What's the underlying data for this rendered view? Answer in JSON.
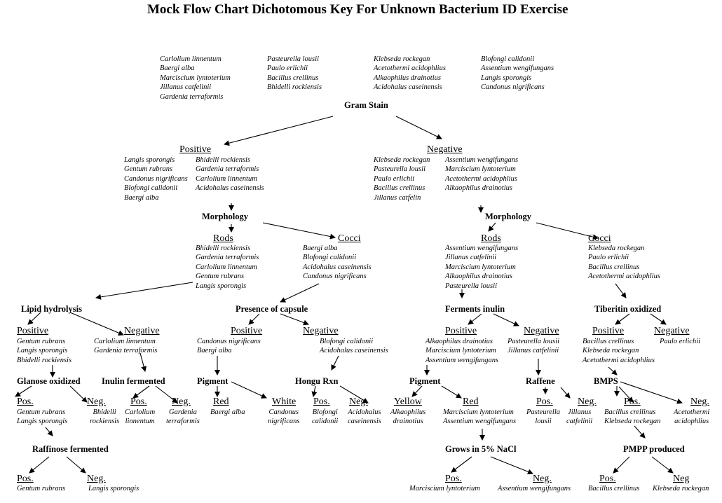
{
  "title": "Mock Flow Chart Dichotomous Key For Unknown Bacterium ID Exercise",
  "all_species": [
    [
      "Carlolium linnentum",
      "Baergi alba",
      "Marciscium lyntoterium",
      "Jillanus catfelinii",
      "Gardenia terraformis"
    ],
    [
      "Pasteurella lousii",
      "Paulo erlichii",
      "Bacillus crellinus",
      "Bhidelli rockiensis"
    ],
    [
      "Klebseda rockegan",
      "Acetothermi acidophlius",
      "Alkaophilus drainotius",
      "Acidohalus caseinensis"
    ],
    [
      "Blofongi calidonii",
      "Assentium wengifungans",
      "Langis sporongis",
      "Candonus  nigrificans"
    ]
  ],
  "tests": {
    "gram_stain": "Gram Stain",
    "morphology": "Morphology",
    "lipid": "Lipid hydrolysis",
    "capsule": "Presence of capsule",
    "inulin": "Ferments inulin",
    "tiberitin": "Tiberitin oxidized",
    "glanose": "Glanose oxidized",
    "inulin_fermented": "Inulin fermented",
    "pigment": "Pigment",
    "hongu": "Hongu Rxn",
    "raffene": "Raffene",
    "bmps": "BMPS",
    "raffinose": "Raffinose fermented",
    "nacl": "Grows in 5% NaCl",
    "pmpp": "PMPP produced"
  },
  "labels": {
    "positive": "Positive",
    "negative": "Negative",
    "rods": "Rods",
    "cocci": "Cocci",
    "pos": "Pos.",
    "neg": "Neg.",
    "neg_nodot": "Neg",
    "red": "Red",
    "white": "White",
    "yellow": "Yellow"
  },
  "groups": {
    "gram_pos_a": [
      "Langis sporongis",
      "Gentum rubrans",
      "Candonus  nigrificans",
      "Blofongi calidonii",
      "Baergi alba"
    ],
    "gram_pos_b": [
      "Bhidelli rockiensis",
      "Gardenia terraformis",
      "Carlolium linnentum",
      "Acidohalus caseinensis"
    ],
    "gram_neg_a": [
      "Klebseda rockegan",
      "Pasteurella lousii",
      "Paulo erlichii",
      "Bacillus crellinus",
      "Jillanus catfelin"
    ],
    "gram_neg_b": [
      "Assentium wengifungans",
      "Marciscium lyntoterium",
      "Acetothermi acidophlius",
      "Alkaophilus drainotius"
    ],
    "pos_rods": [
      "Bhidelli rockiensis",
      "Gardenia terraformis",
      "Carlolium linnentum",
      "Gentum rubrans",
      "Langis sporongis"
    ],
    "pos_cocci": [
      "Baergi alba",
      "Blofongi calidonii",
      "Acidohalus caseinensis",
      "Candonus  nigrificans"
    ],
    "neg_rods": [
      "Assentium wengifungans",
      "Jillanus catfelinii",
      "Marciscium lyntoterium",
      "Alkaophilus drainotius",
      "Pasteurella lousii"
    ],
    "neg_cocci": [
      "Klebseda rockegan",
      "Paulo erlichii",
      "Bacillus crellinus",
      "Acetothermi acidophlius"
    ],
    "lipid_pos": [
      "Gentum rubrans",
      "Langis sporongis",
      "Bhidelli rockiensis"
    ],
    "lipid_neg": [
      "Carlolium linnentum",
      "Gardenia terraformis"
    ],
    "capsule_pos": [
      "Candonus  nigrificans",
      "Baergi alba"
    ],
    "capsule_neg": [
      "Blofongi calidonii",
      "Acidohalus caseinensis"
    ],
    "inulin_pos": [
      "Alkaophilus drainotius",
      "Marciscium lyntoterium",
      "Assentium wengifungans"
    ],
    "inulin_neg": [
      "Pasteurella lousii",
      "Jillanus catfelinii"
    ],
    "tib_pos": [
      "Bacillus crellinus",
      "Klebseda rockegan",
      "Acetothermi acidophlius"
    ],
    "tib_neg": [
      "Paulo erlichii"
    ],
    "glan_pos": [
      "Gentum rubrans",
      "Langis sporongis"
    ],
    "glan_neg": [
      "Bhidelli",
      "rockiensis"
    ],
    "inul_ferm_pos": [
      "Carlolium",
      "linnentum"
    ],
    "inul_ferm_neg": [
      "Gardenia",
      "terraformis"
    ],
    "pig_red": [
      "Baergi alba"
    ],
    "pig_white": [
      "Candonus",
      "nigrificans"
    ],
    "hongu_pos": [
      "Blofongi",
      "calidonii"
    ],
    "hongu_neg": [
      "Acidohalus",
      "caseinensis"
    ],
    "pig2_yellow": [
      "Alkaophilus",
      "drainotius"
    ],
    "pig2_red": [
      "Marciscium lyntoterium",
      "Assentium wengifungans"
    ],
    "raff_pos": [
      "Pasteurella",
      "lousii"
    ],
    "raff_neg": [
      "Jillanus",
      "catfelinii"
    ],
    "bmps_pos": [
      "Bacillus crellinus",
      "Klebseda rockegan"
    ],
    "bmps_neg": [
      "Acetothermi",
      "acidophlius"
    ],
    "raffinose_pos": [
      "Gentum rubrans"
    ],
    "raffinose_neg": [
      "Langis sporongis"
    ],
    "nacl_pos": [
      "Marciscium lyntoterium"
    ],
    "nacl_neg": [
      "Assentium wengifungans"
    ],
    "pmpp_pos": [
      "Bacillus crellinus"
    ],
    "pmpp_neg": [
      "Klebseda rockegan"
    ]
  }
}
